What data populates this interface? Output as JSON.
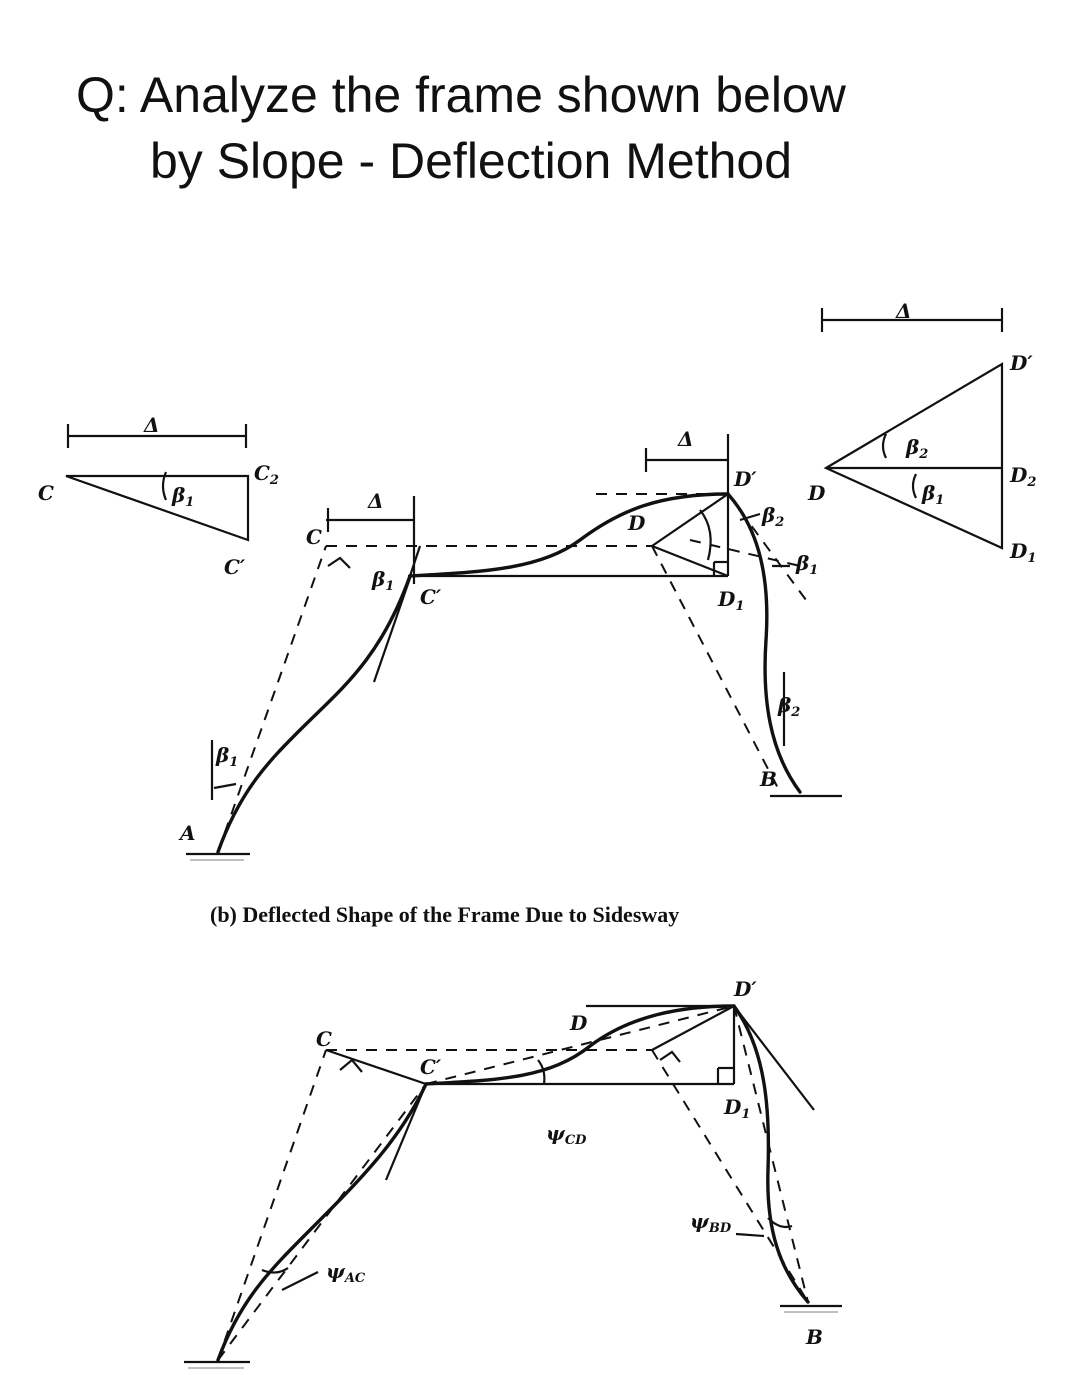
{
  "question": {
    "line1": "Q: Analyze the frame shown below",
    "line2": "by Slope - Deflection Method"
  },
  "figure_b": {
    "caption": "(b) Deflected Shape of the Frame Due to Sidesway",
    "labels": {
      "delta": "Δ",
      "beta": "β",
      "one": "1",
      "two": "2",
      "C": "C",
      "C_prime": "C′",
      "C2": "C",
      "D": "D",
      "D_prime": "D′",
      "D1": "D",
      "D2": "D",
      "A": "A",
      "B": "B"
    }
  },
  "figure_c": {
    "labels": {
      "C": "C",
      "C_prime": "C′",
      "D": "D",
      "D_prime": "D′",
      "D1": "D",
      "psi": "ψ",
      "AC": "AC",
      "CD": "CD",
      "BD": "BD",
      "B": "B"
    }
  }
}
